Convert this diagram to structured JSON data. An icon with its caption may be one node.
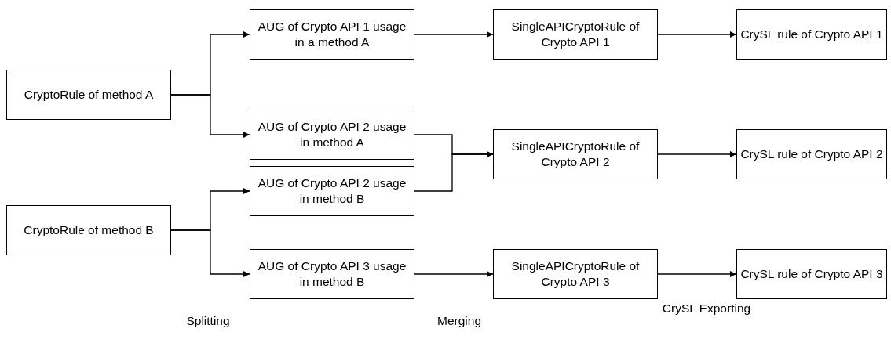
{
  "diagram": {
    "nodes": [
      {
        "text": [
          "CryptoRule of method A"
        ]
      },
      {
        "text": [
          "CryptoRule of method B"
        ]
      },
      {
        "text": [
          "AUG of Crypto API 1 usage in a method A"
        ]
      },
      {
        "text": [
          "AUG of Crypto API 2 usage in method A"
        ]
      },
      {
        "text": [
          "AUG of Crypto API 2 usage in method B"
        ]
      },
      {
        "text": [
          "AUG of Crypto API 3 usage in method B"
        ]
      },
      {
        "text": [
          "SingleAPICryptoRule of Crypto API 1"
        ]
      },
      {
        "text": [
          "SingleAPICryptoRule of Crypto API 2"
        ]
      },
      {
        "text": [
          "SingleAPICryptoRule of Crypto API 3"
        ]
      },
      {
        "text": [
          "CrySL rule of Crypto API 1"
        ]
      },
      {
        "text": [
          "CrySL rule of Crypto API 2"
        ]
      },
      {
        "text": [
          "CrySL rule of Crypto API 3"
        ]
      }
    ],
    "edges": [
      {
        "from": 0,
        "to": 2,
        "arrow": "to"
      },
      {
        "from": 0,
        "to": 3,
        "arrow": "to"
      },
      {
        "from": 1,
        "to": 4,
        "arrow": "to"
      },
      {
        "from": 1,
        "to": 5,
        "arrow": "to"
      },
      {
        "from": 2,
        "to": 6,
        "arrow": "to"
      },
      {
        "from": 3,
        "to": 7,
        "arrow": "to"
      },
      {
        "from": 4,
        "to": 7,
        "arrow": "to"
      },
      {
        "from": 5,
        "to": 8,
        "arrow": "to"
      },
      {
        "from": 6,
        "to": 9,
        "arrow": "to"
      },
      {
        "from": 7,
        "to": 10,
        "arrow": "to"
      },
      {
        "from": 8,
        "to": 11,
        "arrow": "to"
      }
    ],
    "labels": [
      "Splitting",
      "Merging",
      "CrySL Exporting"
    ]
  }
}
